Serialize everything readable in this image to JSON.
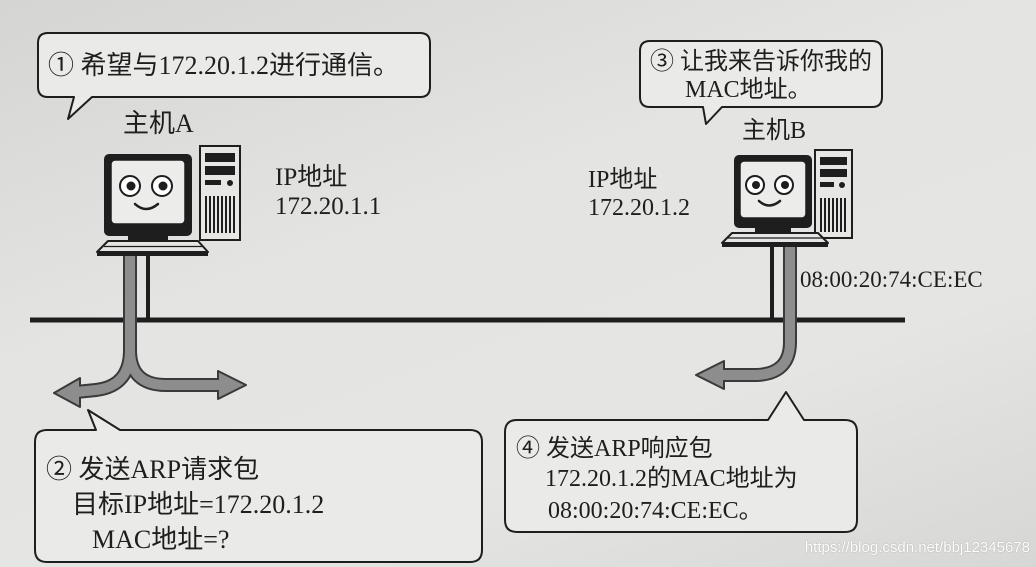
{
  "bubble_1": {
    "text": "① 希望与172.20.1.2进行通信。"
  },
  "bubble_3": {
    "line1": "③ 让我来告诉你我的",
    "line2": "MAC地址。"
  },
  "host_a": {
    "label": "主机A",
    "ip_label": "IP地址",
    "ip": "172.20.1.1"
  },
  "host_b": {
    "label": "主机B",
    "ip_label": "IP地址",
    "ip": "172.20.1.2",
    "mac": "08:00:20:74:CE:EC"
  },
  "bubble_2": {
    "line1": "② 发送ARP请求包",
    "line2": "目标IP地址=172.20.1.2",
    "line3": "MAC地址=?"
  },
  "bubble_4": {
    "line1": "④ 发送ARP响应包",
    "line2": "172.20.1.2的MAC地址为",
    "line3": "08:00:20:74:CE:EC。"
  },
  "watermark": "https://blog.csdn.net/bbj12345678",
  "colors": {
    "ink": "#1e1e1e",
    "bubble_fill": "#eaeae8",
    "arrow_fill": "#8d8d8d",
    "arrow_edge": "#3a3a3a",
    "paper": "#e2e2e0"
  },
  "icons": {
    "host_monitor": "smiling-monitor-icon",
    "host_tower": "computer-tower-icon",
    "host_keyboard": "keyboard-icon",
    "broadcast_arrow": "split-arrow-icon",
    "reply_arrow": "curved-arrow-icon"
  }
}
